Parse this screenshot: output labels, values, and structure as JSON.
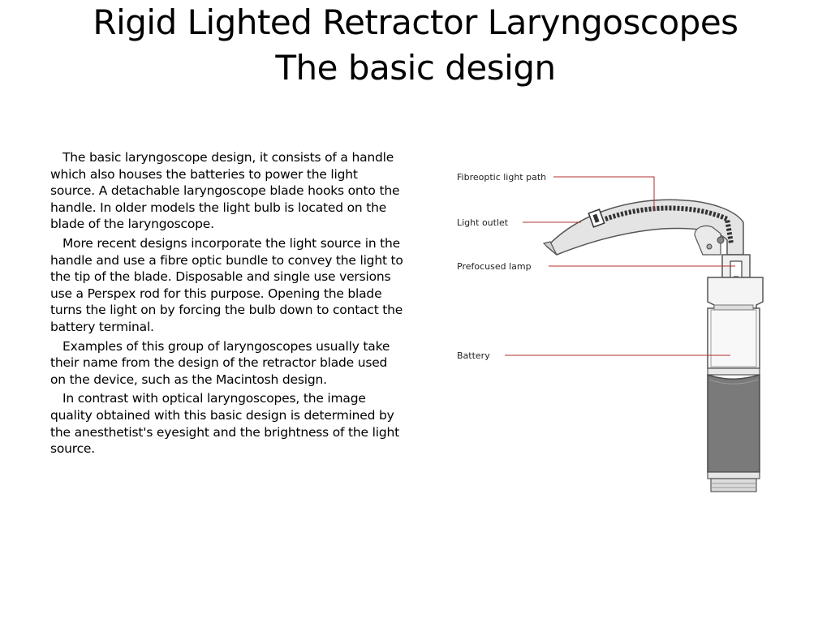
{
  "title": {
    "line1": "Rigid Lighted Retractor Laryngoscopes",
    "line2": "The basic design"
  },
  "paragraphs": [
    "The basic laryngoscope design, it consists of a handle which also houses the batteries to power the light source. A detachable laryngoscope blade hooks onto the handle. In older models the light bulb is located on the blade of the laryngoscope.",
    "More recent designs incorporate the light source in the handle and use a fibre optic bundle to convey the light to the tip of the blade. Disposable and single use versions use a Perspex rod for this purpose. Opening the blade turns the light on by forcing the bulb down to contact the battery terminal.",
    "Examples of this group of laryngoscopes usually take their name from the design of the retractor blade used on the device, such as the Macintosh design.",
    "In contrast with optical laryngoscopes, the image quality obtained with this basic design is determined by the anesthetist's  eyesight and the brightness of the light source."
  ],
  "diagram": {
    "labels": {
      "fibreoptic": "Fibreoptic light path",
      "light_outlet": "Light outlet",
      "lamp": "Prefocused lamp",
      "battery": "Battery"
    },
    "colors": {
      "leader_line": "#b03030",
      "grip": "#7a7a7a",
      "outline": "#555555"
    }
  }
}
